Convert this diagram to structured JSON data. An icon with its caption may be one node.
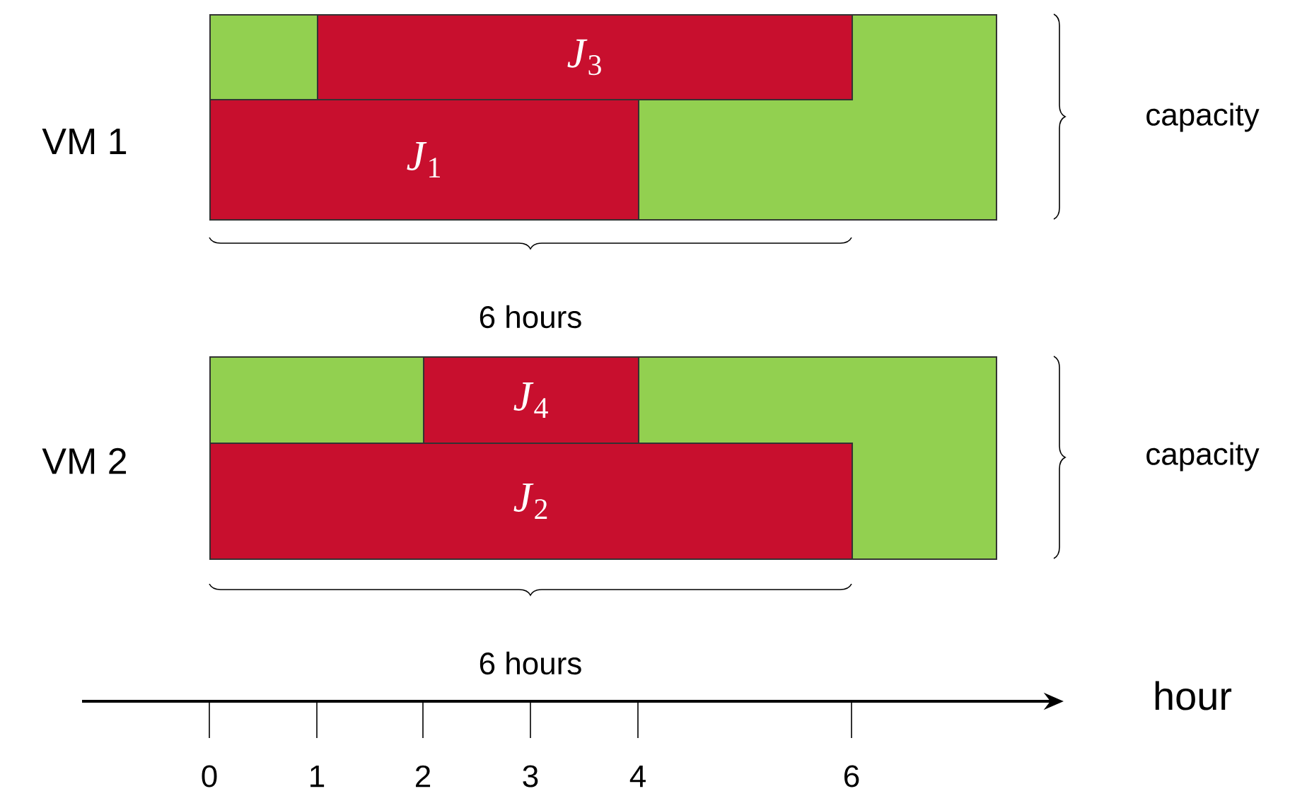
{
  "diagram": {
    "nodes": [
      {
        "text": [],
        "shape": "box",
        "beside": [
          "VM 1"
        ]
      },
      {
        "text": [
          "*J*$_{3}$"
        ],
        "in": 0
      },
      {
        "text": [
          "*J*$_{1}$"
        ],
        "in": 0
      },
      {
        "text": [],
        "shape": "box",
        "beside": [
          "VM 2"
        ]
      },
      {
        "text": [
          "*J*$_{4}$"
        ],
        "in": 3
      },
      {
        "text": [
          "*J*$_{2}$"
        ],
        "in": 3
      }
    ],
    "labels": [
      "capacity",
      "6 hours",
      "capacity",
      "6 hours",
      "hour",
      "0",
      "1",
      "2",
      "3",
      "4",
      "6"
    ]
  }
}
